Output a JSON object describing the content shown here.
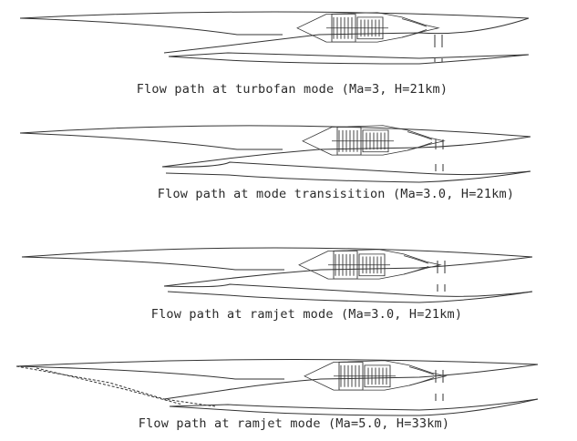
{
  "figure": {
    "panels": [
      {
        "caption": "Flow path at turbofan mode (Ma=3, H=21km)"
      },
      {
        "caption": "Flow path at mode transisition (Ma=3.0, H=21km)"
      },
      {
        "caption": "Flow path at ramjet mode (Ma=3.0, H=21km)"
      },
      {
        "caption": "Flow path at ramjet mode (Ma=5.0, H=33km)"
      }
    ]
  }
}
